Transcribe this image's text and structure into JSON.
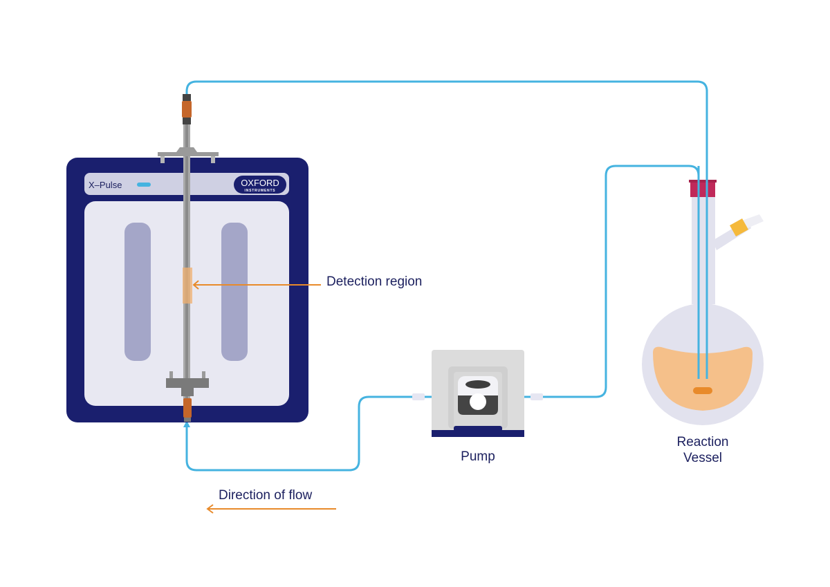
{
  "diagram": {
    "instrument": {
      "brand_name": "X–Pulse",
      "logo_main": "OXFORD",
      "logo_sub": "INSTRUMENTS"
    },
    "labels": {
      "detection_region": "Detection region",
      "direction_of_flow": "Direction of flow",
      "pump": "Pump",
      "reaction_vessel_line1": "Reaction",
      "reaction_vessel_line2": "Vessel"
    },
    "colors": {
      "instrument_body": "#1a1f6e",
      "panel": "#e8e8f2",
      "tube": "#45b3e0",
      "annotation_arrow": "#e88a2a",
      "label_text": "#1b1f5e",
      "vessel_liquid": "#f5c08a",
      "vessel_cap": "#c0295a",
      "pump_body": "#dcdcdc"
    }
  }
}
